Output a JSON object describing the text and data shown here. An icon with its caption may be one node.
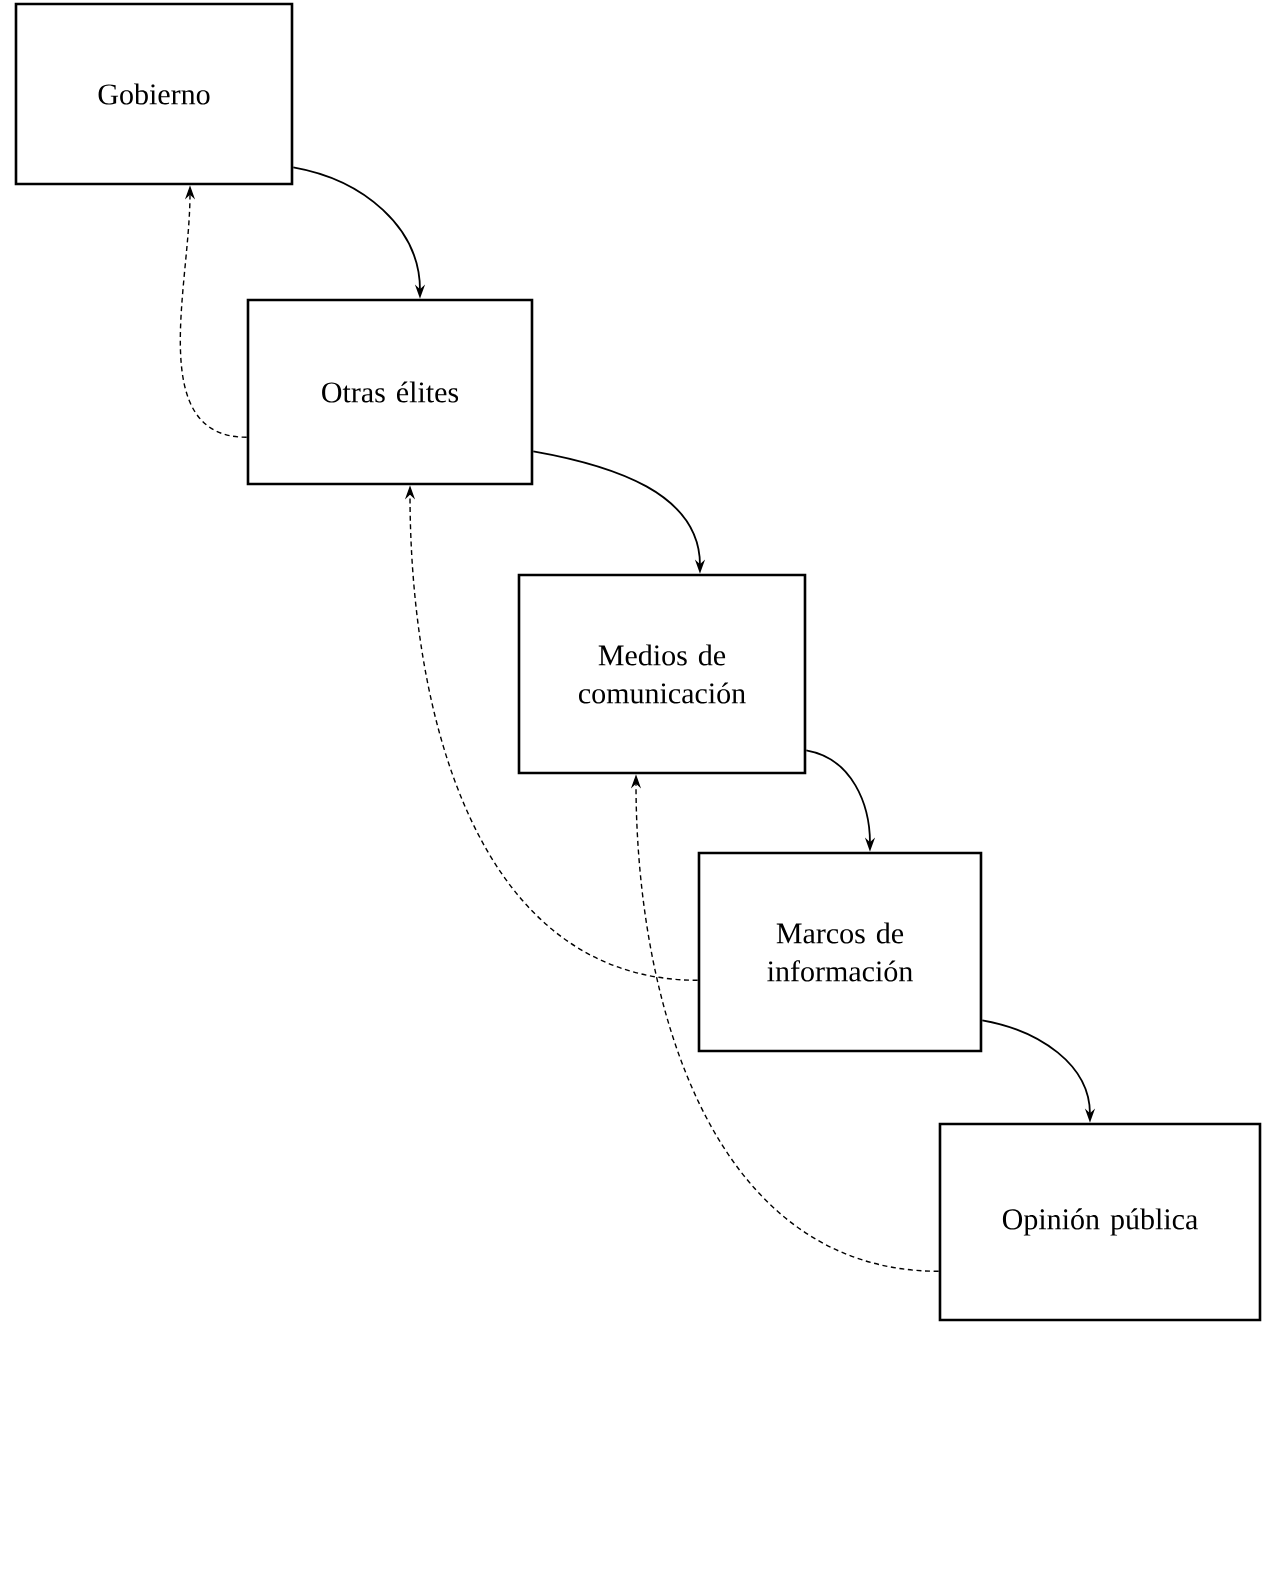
{
  "diagram": {
    "nodes": [
      {
        "text": [
          "Gobierno"
        ]
      },
      {
        "text": [
          "Otras élites"
        ]
      },
      {
        "text": [
          "Medios de comunicación"
        ]
      },
      {
        "text": [
          "Marcos de información"
        ]
      },
      {
        "text": [
          "Opinión pública"
        ]
      }
    ],
    "edges": [
      {
        "from": 0,
        "to": 1,
        "arrow": "to"
      },
      {
        "from": 1,
        "to": 2,
        "arrow": "to"
      },
      {
        "from": 2,
        "to": 3,
        "arrow": "to"
      },
      {
        "from": 3,
        "to": 4,
        "arrow": "to"
      },
      {
        "from": 1,
        "to": 0,
        "arrow": "to",
        "style": "dashed"
      },
      {
        "from": 3,
        "to": 1,
        "arrow": "to",
        "style": "dashed"
      },
      {
        "from": 4,
        "to": 2,
        "arrow": "to",
        "style": "dashed"
      }
    ]
  }
}
